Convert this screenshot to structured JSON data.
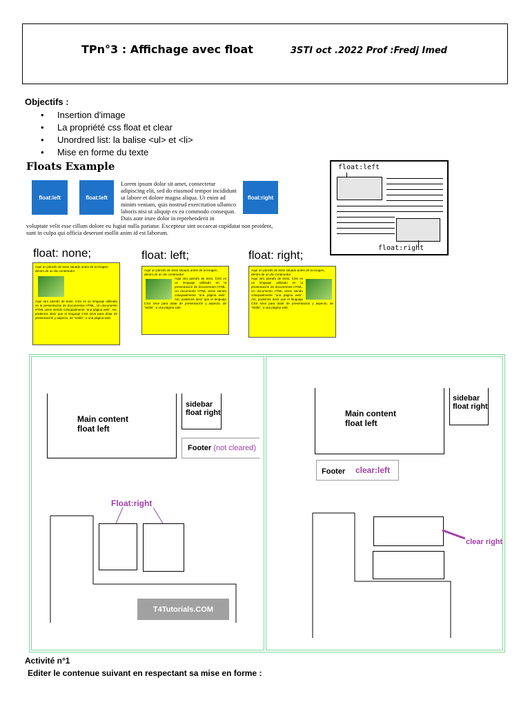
{
  "header": {
    "title": "TPn°3 : Affichage avec float",
    "meta": "3STI oct .2022 Prof :Fredj Imed"
  },
  "objectives": {
    "title": "Objectifs :",
    "items": [
      "Insertion d'image",
      "La propriété css float et clear",
      "Unordred list: la balise <ul> et <li>",
      "Mise en forme du texte"
    ]
  },
  "floats_example": {
    "title": "Floats Example",
    "box1": "float:left",
    "box2": "float:left",
    "box3": "float:right",
    "lorem_wrapped": "Lorem ipsum dolor sit amet, consectetur adipiscing elit, sed do eiusmod tempor incididunt ut labore et dolore magna aliqua. Ut enim ad minim veniam, quis nostrud exercitation ullamco laboris nisi ut aliquip ex ea commodo consequat. Duis aute irure dolor in reprehenderit in",
    "lorem_full": "voluptate velit esse cillum dolore eu fugiat nulla pariatur. Excepteur sint occaecat cupidatat non proident, sunt in culpa qui officia deserunt mollit anim id est laborum."
  },
  "diagram": {
    "label_left": "float:left",
    "label_right": "float:right"
  },
  "float_demos": [
    {
      "title": "float: none;",
      "intro": "Aquí un párrafo de texto situado antes de la imagen, dentro de un div contenedor",
      "body": "Aquí otro párrafo de texto. CSS es un lenguaje utilizado en la presentación de documentos HTML. Un documento HTML viene siendo coloquialmente \"una página web\". Así, podemos decir que el lenguaje CSS sirve para dotar de presentación y aspecto, de \"estilo\", a una página web."
    },
    {
      "title": "float: left;",
      "intro": "Aquí un párrafo de texto situado antes de la imagen, dentro de un div contenedor",
      "body": "Aquí otro párrafo de texto. CSS es un lenguaje utilizado en la presentación de documentos HTML. Un documento HTML viene siendo coloquialmente \"una página web\". Así, podemos decir que el lenguaje CSS sirve para dotar de presentación y aspecto, de \"estilo\", a una página web."
    },
    {
      "title": "float: right;",
      "intro": "Aquí un párrafo de texto situado antes de la imagen, dentro de un div contenedor",
      "body": "Aquí otro párrafo de texto. CSS es un lenguaje utilizado en la presentación de documentos HTML. Un documento HTML viene siendo coloquialmente \"una página web\". Así, podemos decir que el lenguaje CSS sirve para dotar de presentación y aspecto, de \"estilo\", a una página web."
    }
  ],
  "clear_demo": {
    "left_main": "Main content float left",
    "left_sidebar": "sidebar float right",
    "left_footer": "Footer",
    "left_footer_note": "(not cleared)",
    "right_main": "Main content float left",
    "right_sidebar": "sidebar float right",
    "right_footer": "Footer",
    "right_footer_note": "clear:left",
    "float_right_label": "Float:right",
    "clear_right_label": "clear right",
    "watermark": "T4Tutorials.COM"
  },
  "activity": {
    "title": "Activité n°1",
    "description": "Editer le contenue suivant en respectant sa mise en forme :"
  }
}
